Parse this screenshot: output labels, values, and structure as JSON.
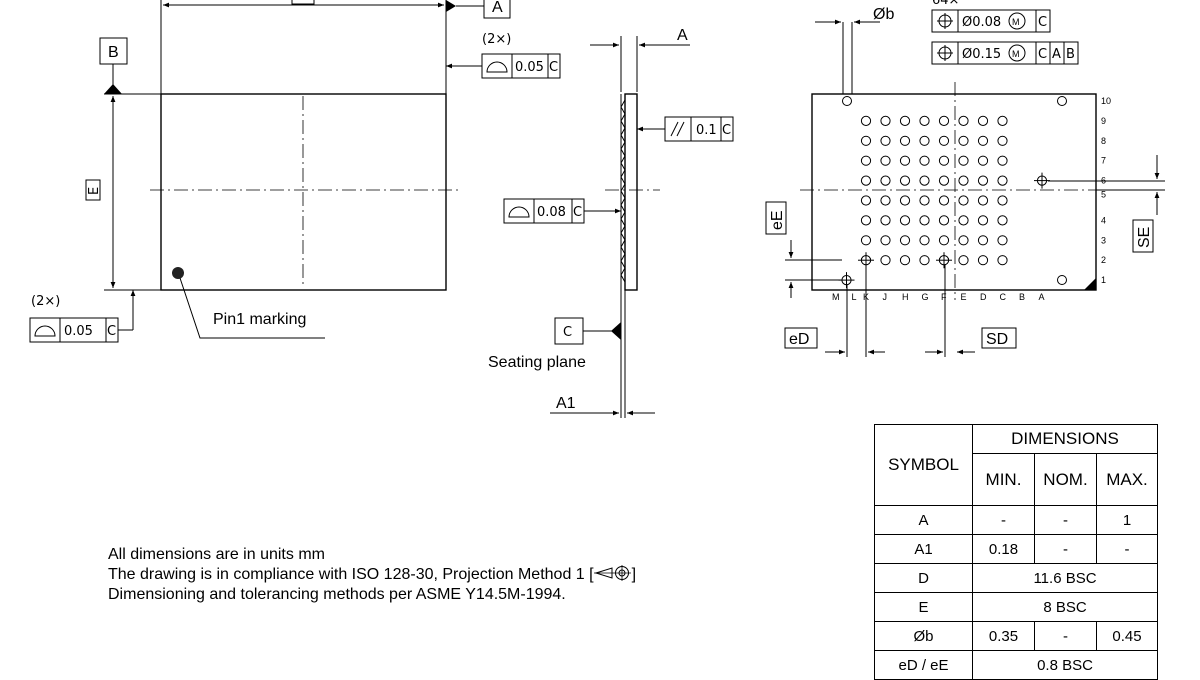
{
  "labels": {
    "datum_a": "A",
    "datum_b": "B",
    "datum_c": "C",
    "dim_e": "E",
    "dim_a": "A",
    "dim_a1": "A1",
    "dim_phib": "Øb",
    "dim_ee": "eE",
    "dim_ed": "eD",
    "dim_se": "SE",
    "dim_sd": "SD",
    "pin1": "Pin1 marking",
    "seating": "Seating plane",
    "two_x": "(2×)",
    "two_x_top": "(2×)",
    "fcf_flat_top": "0.05",
    "fcf_flat_left": "0.05",
    "fcf_flat_side": "0.08",
    "fcf_parallel": "0.1",
    "fcf_pos1_value": "Ø0.08",
    "fcf_pos2_value": "Ø0.15",
    "fcf_pos1_ref": "C",
    "fcf_pos2_ref1": "C",
    "fcf_pos2_ref2": "A",
    "fcf_pos2_ref3": "B",
    "fcf_ref_c": "C",
    "modifier_m": "M"
  },
  "rows": [
    "10",
    "9",
    "8",
    "7",
    "6",
    "5",
    "4",
    "3",
    "2",
    "1"
  ],
  "columns": [
    "M",
    "L",
    "K",
    "J",
    "H",
    "G",
    "F",
    "E",
    "D",
    "C",
    "B",
    "A"
  ],
  "notes": [
    "All dimensions are in units mm",
    "The drawing is in compliance with ISO 128-30, Projection Method 1 [",
    "]",
    "Dimensioning and tolerancing methods per ASME Y14.5M-1994."
  ],
  "table": {
    "symbol_header": "SYMBOL",
    "dimensions_header": "DIMENSIONS",
    "min": "MIN.",
    "nom": "NOM.",
    "max": "MAX.",
    "rows": [
      {
        "sym": "A",
        "min": "-",
        "nom": "-",
        "max": "1"
      },
      {
        "sym": "A1",
        "min": "0.18",
        "nom": "-",
        "max": "-"
      },
      {
        "sym": "D",
        "span": "11.6 BSC"
      },
      {
        "sym": "E",
        "span": "8 BSC"
      },
      {
        "sym": "Øb",
        "min": "0.35",
        "nom": "-",
        "max": "0.45"
      },
      {
        "sym": "eD / eE",
        "span": "0.8 BSC"
      }
    ]
  }
}
